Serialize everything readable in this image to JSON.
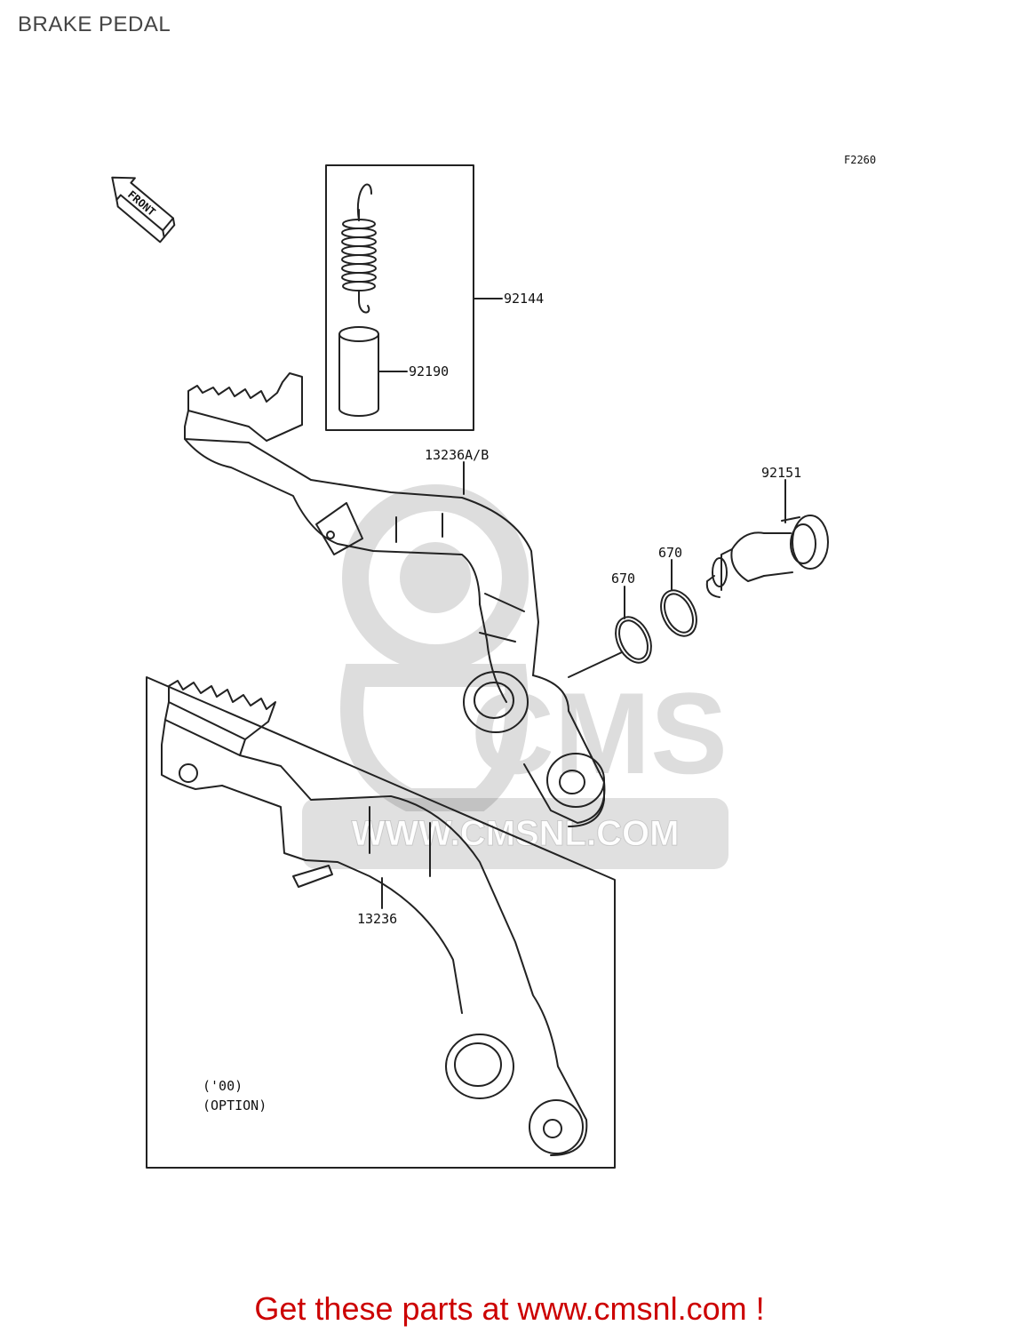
{
  "page": {
    "title": "BRAKE PEDAL"
  },
  "diagram": {
    "figure_code": "F2260",
    "front_label": "FRONT",
    "part_labels": {
      "spring_assembly": "92144",
      "collar": "92190",
      "pedal_main": "13236A/B",
      "pivot_bolt": "92151",
      "oring_a": "670",
      "oring_b": "670",
      "pedal_option": "13236"
    },
    "option_note": {
      "year": "('00)",
      "label": "(OPTION)"
    }
  },
  "watermark": {
    "url": "WWW.CMSNL.COM",
    "brand": "CMS"
  },
  "footer": {
    "cta": "Get these parts at www.cmsnl.com !"
  },
  "colors": {
    "line": "#222222",
    "cta": "#cc0000",
    "watermark": "#000000"
  }
}
